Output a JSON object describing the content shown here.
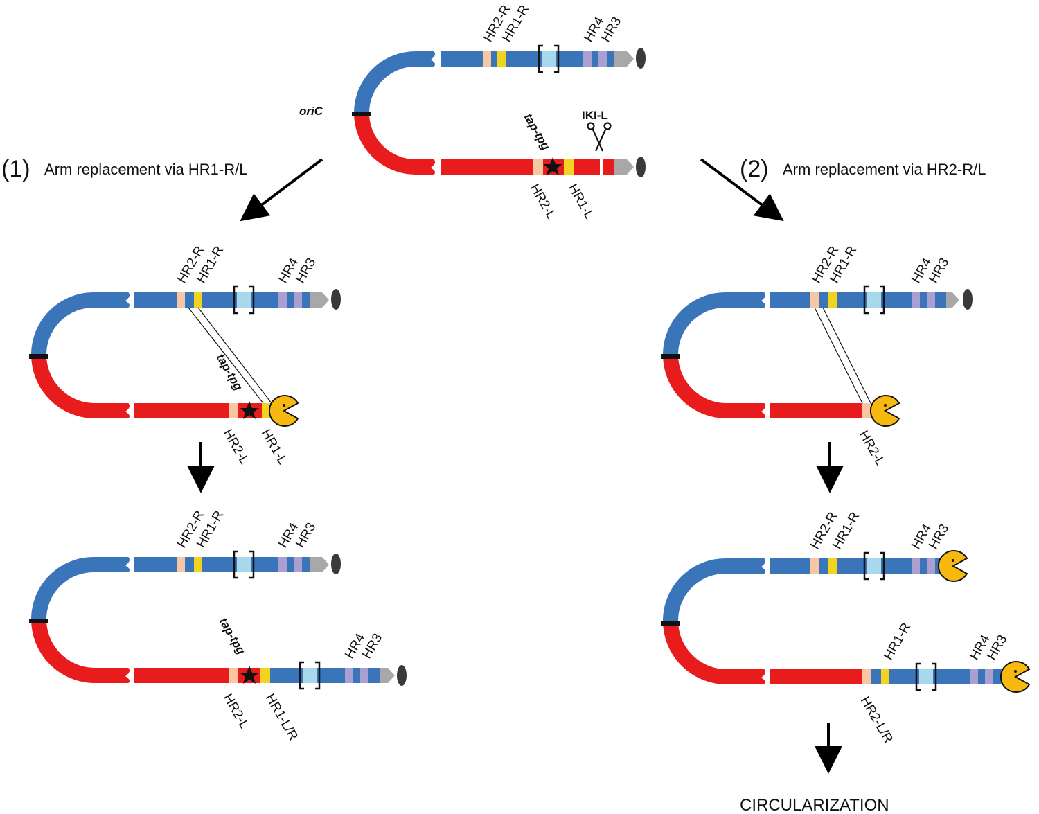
{
  "colors": {
    "blue": "#3a74b9",
    "red": "#e81c1c",
    "peach": "#f7c6a3",
    "yellow": "#f2d320",
    "lightblue": "#a8d8ec",
    "lavender": "#a99fd0",
    "gray": "#a8a8a8",
    "telomere": "#3a3a3a",
    "pacman": "#f7b90f"
  },
  "labels": {
    "oric": "oriC",
    "hr2r": "HR2-R",
    "hr1r": "HR1-R",
    "hr4": "HR4",
    "hr3": "HR3",
    "hr2l": "HR2-L",
    "hr1l": "HR1-L",
    "hr1lr": "HR1-L/R",
    "hr2lr": "HR2-L/R",
    "tap": "tap-tpg",
    "iki": "IKI-L",
    "scissors_icon": "scissors-icon",
    "star_icon": "star-icon",
    "pacman_icon": "pacman-icon"
  },
  "steps": {
    "s1_num": "(1)",
    "s1_text": "Arm replacement via HR1-R/L",
    "s2_num": "(2)",
    "s2_text": "Arm replacement via HR2-R/L"
  },
  "final_label": "CIRCULARIZATION"
}
